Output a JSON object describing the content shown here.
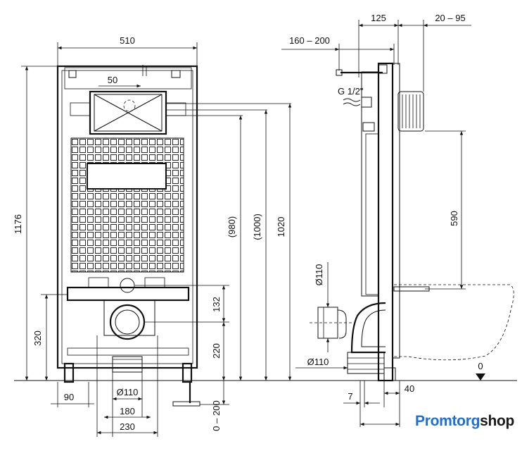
{
  "front_view": {
    "overall_width": "510",
    "flush_offset": "50",
    "total_height": "1176",
    "drain_height": "320",
    "dim_980": "(980)",
    "dim_1000": "(1000)",
    "dim_1020": "1020",
    "dim_132": "132",
    "dim_220": "220",
    "dim_0_200": "0 – 200",
    "foot_width": "90",
    "pipe_diameter": "Ø110",
    "width_180": "180",
    "width_230": "230"
  },
  "side_view": {
    "depth_125": "125",
    "depth_20_95": "20 – 95",
    "depth_160_200": "160 – 200",
    "thread": "G 1/2\"",
    "height_590": "590",
    "inlet_diameter": "Ø110",
    "outlet_diameter": "Ø110",
    "offset_7": "7",
    "offset_40": "40",
    "floor_level": "0"
  },
  "brand": {
    "part1": "Promtorg",
    "part2": "shop",
    "color1": "#1f6fd0",
    "color2": "#1a1a1a"
  }
}
